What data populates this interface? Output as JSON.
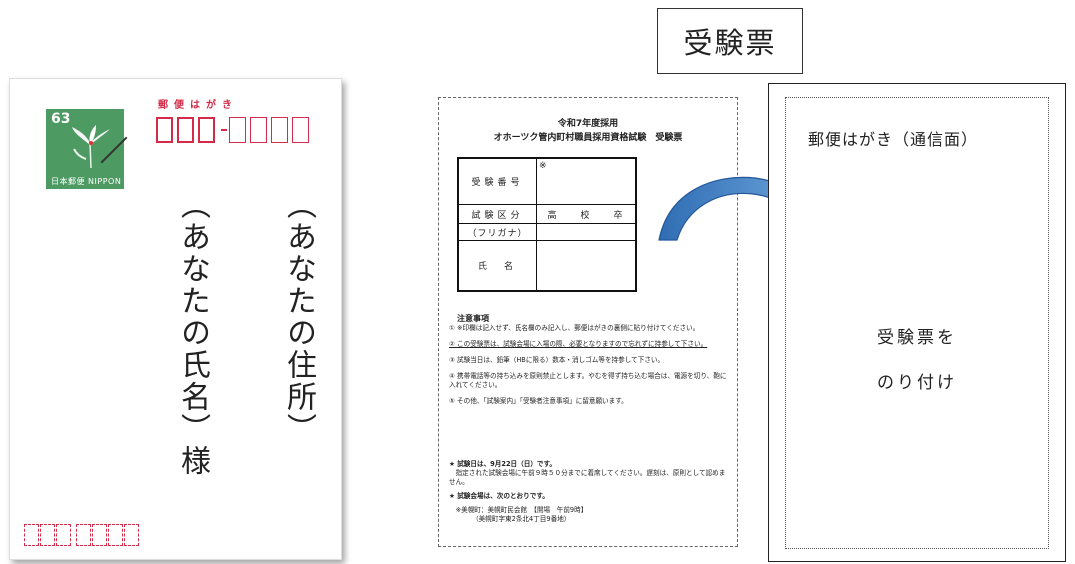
{
  "postcard_front": {
    "stamp_value": "63",
    "stamp_footer": "日本郵便 NIPPON",
    "label": "郵便はがき",
    "address_text": "（あなたの住所）",
    "name_text": "（あなたの氏名）様"
  },
  "title_box": {
    "text": "受験票"
  },
  "ticket": {
    "heading1": "令和7年度採用",
    "heading2": "オホーツク管内町村職員採用資格試験　受験票",
    "rows": [
      {
        "label": "受験番号",
        "value": "※"
      },
      {
        "label": "試験区分",
        "value": "高　　校　　卒"
      },
      {
        "label": "（フリガナ）",
        "value": ""
      },
      {
        "label": "氏　名",
        "value": ""
      }
    ],
    "notes_title": "注意事項",
    "notes": [
      "① ※印欄は記入せず、氏名欄のみ記入し、郵便はがきの裏側に貼り付けてください。",
      "② この受験票は、試験会場に入場の際、必要となりますので忘れずに持参して下さい。",
      "③ 試験当日は、鉛筆（HBに限る）数本・消しゴム等を持参して下さい。",
      "④ 携帯電話等の持ち込みを原則禁止とします。やむを得ず持ち込む場合は、電源を切り、鞄に入れてください。",
      "⑤ その他、「試験案内」「受験者注意事項」に留意願います。"
    ],
    "footer": [
      "★ 試験日は、9月22日（日）です。",
      "　指定された試験会場に午前９時５０分までに着席してください。遅刻は、原則として認めません。",
      "★ 試験会場は、次のとおりです。",
      "　※美幌町：美幌町民会館　【開場　午前9時】",
      "　　　　（美幌町字東2条北4丁目9番地）"
    ]
  },
  "postcard_back": {
    "title": "郵便はがき（通信面）",
    "line1": "受験票を",
    "line2": "のり付け"
  },
  "colors": {
    "postal_red": "#d42c48",
    "stamp_green": "#4d9a63",
    "arrow_blue": "#3f7fc4"
  }
}
